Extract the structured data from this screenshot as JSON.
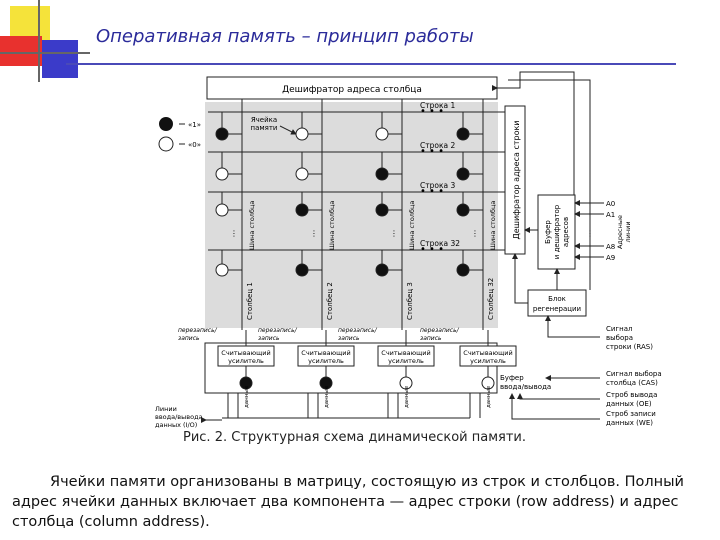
{
  "slide": {
    "title": "Оперативная память – принцип работы",
    "caption": "Рис. 2. Структурная схема динамической памяти.",
    "body": "Ячейки памяти организованы в матрицу, состоящую из строк и столбцов. Полный адрес ячейки данных включает два компонента — адрес строки (row address) и адрес столбца (column address)."
  },
  "diagram": {
    "column_decoder": "Дешифратор адреса столбца",
    "row_decoder": "Дешифратор адреса строки",
    "legend_one": "«1»",
    "legend_zero": "«0»",
    "cell_label": [
      "Ячейка",
      "памяти"
    ],
    "rows": [
      "Строка 1",
      "Строка 2",
      "Строка 3",
      "Строка 32"
    ],
    "columns": [
      "Столбец 1",
      "Столбец 2",
      "Столбец 3",
      "Столбец 32"
    ],
    "bus_label": "Шина столбца",
    "rewrite_label": [
      "перезапись/",
      "запись"
    ],
    "amplifier": [
      "Считывающий",
      "усилитель"
    ],
    "data_label": "данные",
    "buffer_decoder": [
      "Буфер",
      "и дешифратор",
      "адресов"
    ],
    "address_inputs": [
      "A0",
      "A1",
      "A8",
      "A9"
    ],
    "address_lines": [
      "Адресные",
      "линии"
    ],
    "refresh_block": [
      "Блок",
      "регенерации"
    ],
    "ras_signal": [
      "Сигнал",
      "выбора",
      "строки (RAS)"
    ],
    "io_buffer": [
      "Буфер",
      "ввода/вывода"
    ],
    "cas_signal": [
      "Сигнал выбора",
      "столбца (CAS)"
    ],
    "oe_signal": [
      "Строб вывода",
      "данных (OE)"
    ],
    "we_signal": [
      "Строб записи",
      "данных (WE)"
    ],
    "io_lines": [
      "Линии",
      "ввода/вывода",
      "данных (I/O)"
    ],
    "cell_states": [
      [
        1,
        0,
        0,
        1
      ],
      [
        0,
        0,
        1,
        1
      ],
      [
        0,
        1,
        1,
        1
      ]
    ],
    "bottom_states": [
      1,
      1,
      0,
      0
    ],
    "colors": {
      "deco_yellow": "#f5e33a",
      "deco_red": "#e8312e",
      "deco_blue": "#3b3bc9",
      "grid_bg": "#dcdcdc",
      "title": "#2b2b9a"
    }
  }
}
